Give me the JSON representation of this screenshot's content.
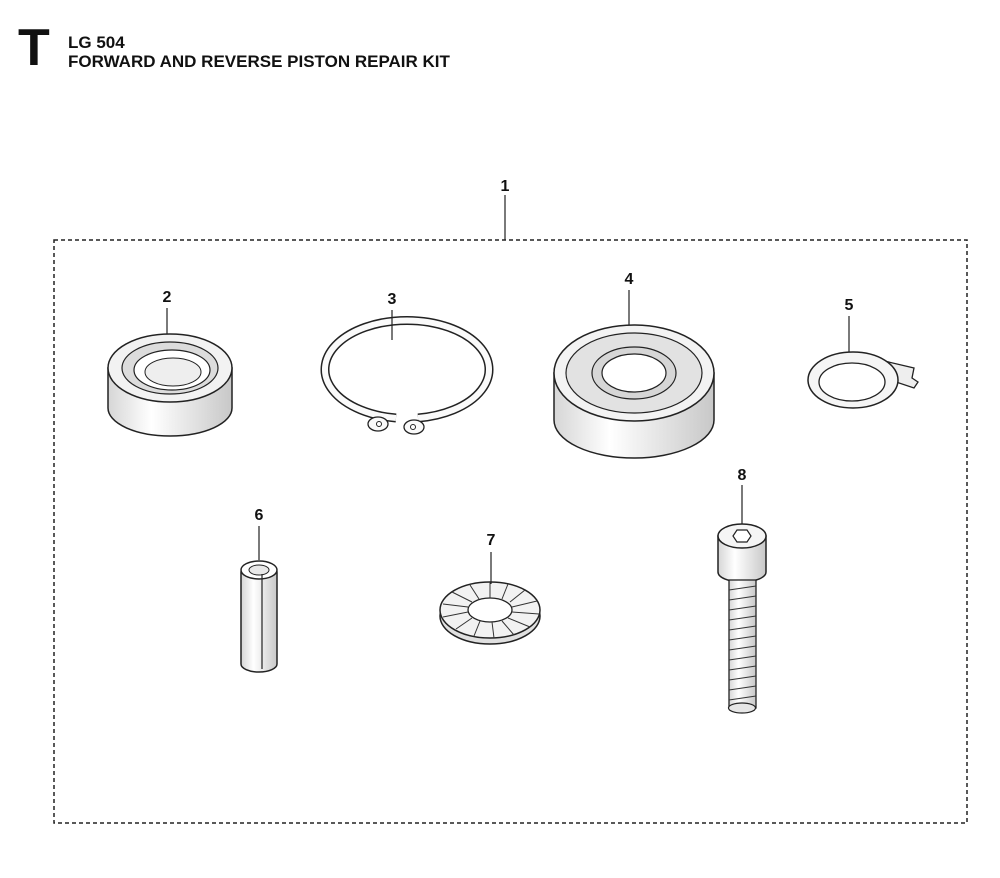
{
  "header": {
    "section_letter": "T",
    "model": "LG 504",
    "title": "FORWARD AND REVERSE PISTON REPAIR KIT"
  },
  "callouts": {
    "kit": "1",
    "bearing_small": "2",
    "circlip": "3",
    "bearing_large": "4",
    "tab_washer": "5",
    "roll_pin": "6",
    "lock_washer": "7",
    "socket_screw": "8"
  }
}
